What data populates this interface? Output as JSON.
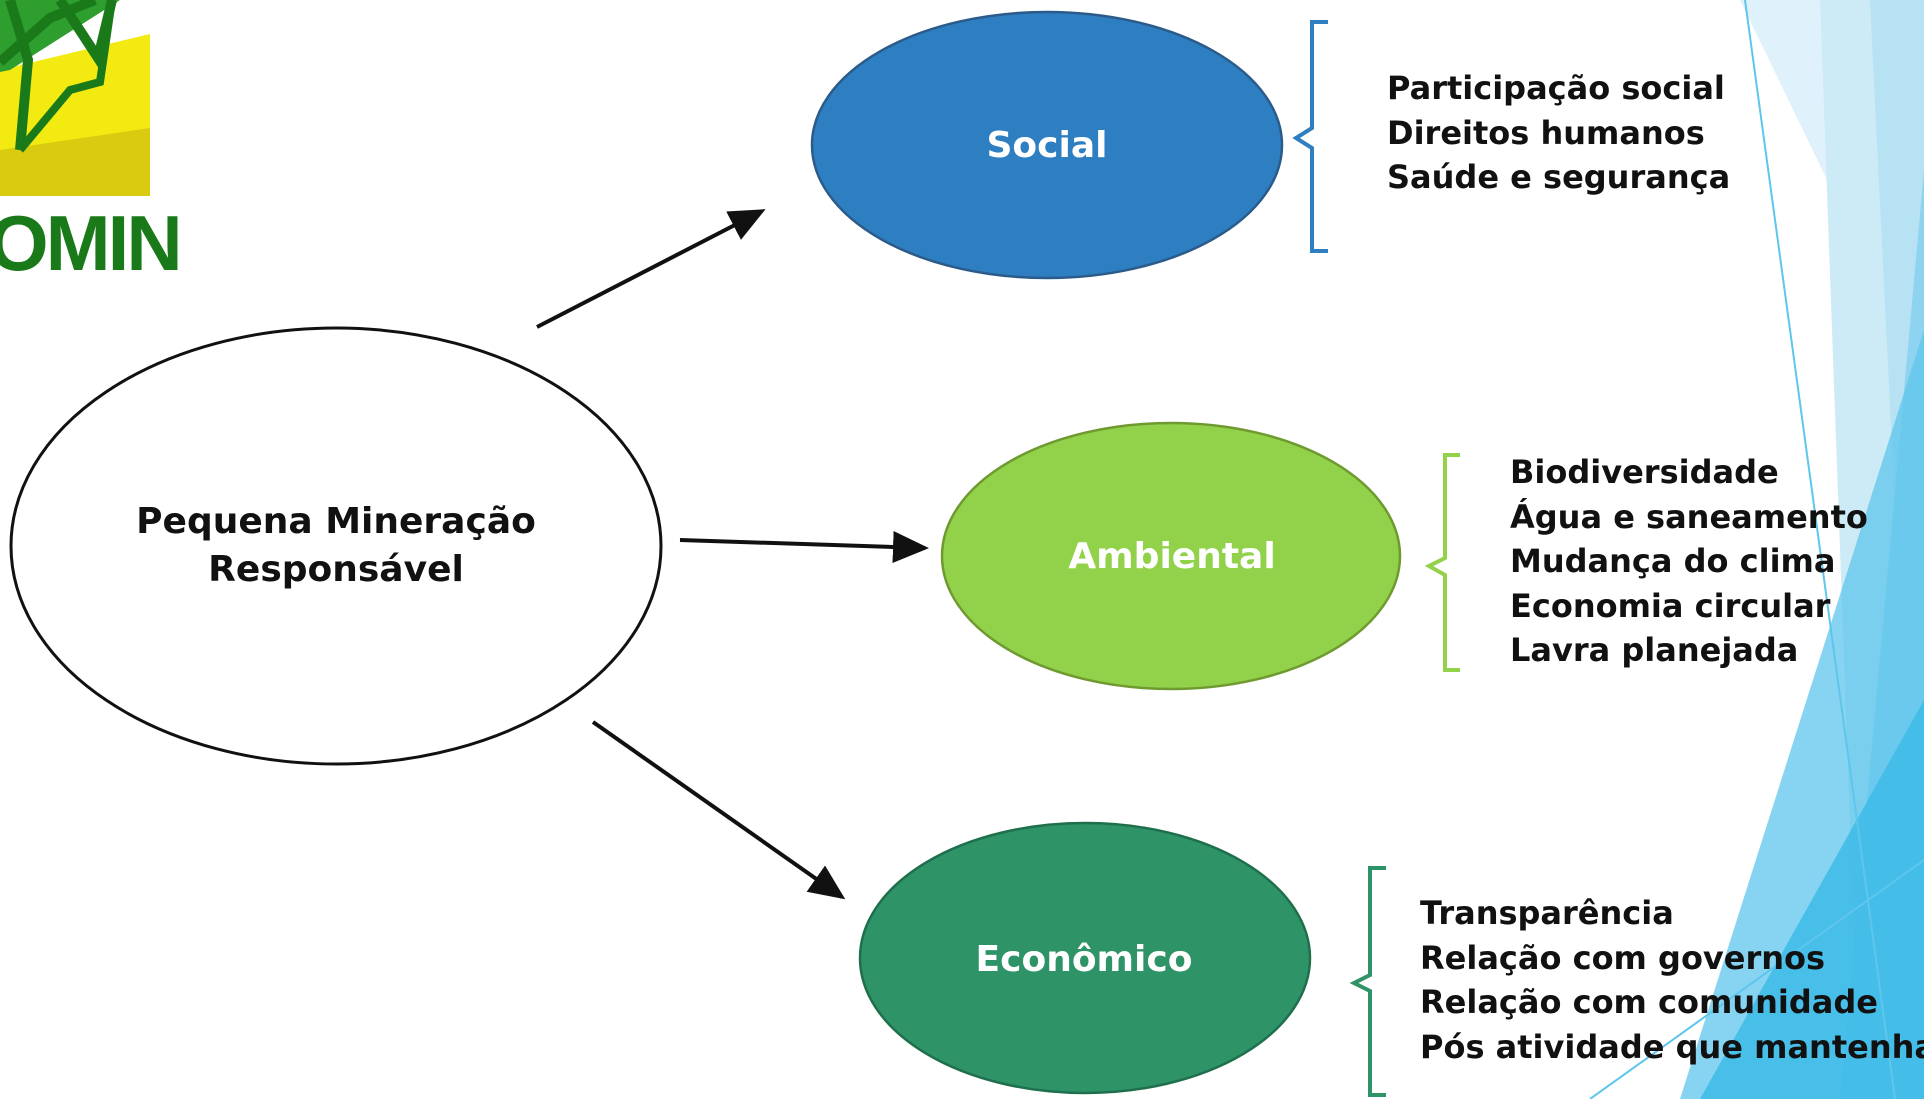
{
  "logo": {
    "text": "OMIN"
  },
  "center": {
    "line1": "Pequena Mineração",
    "line2": "Responsável"
  },
  "nodes": {
    "social": {
      "label": "Social",
      "color": "#2e7fc1",
      "items": [
        "Participação social",
        "Direitos humanos",
        "Saúde e segurança"
      ]
    },
    "ambiental": {
      "label": "Ambiental",
      "color": "#92d14a",
      "items": [
        "Biodiversidade",
        "Água e saneamento",
        "Mudança do clima",
        "Economia circular",
        "Lavra planejada"
      ]
    },
    "economico": {
      "label": "Econômico",
      "color": "#2e9468",
      "items": [
        "Transparência",
        "Relação com governos",
        "Relação com comunidade",
        "Pós atividade que mantenha"
      ]
    }
  }
}
